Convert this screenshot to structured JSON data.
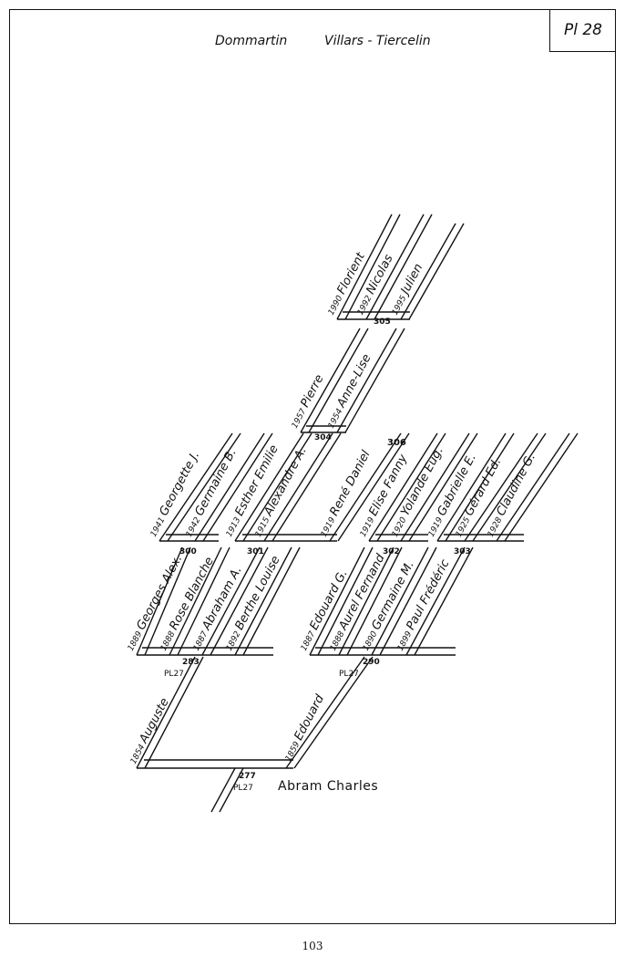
{
  "header": {
    "place_left": "Dommartin",
    "place_right": "Villars - Tiercelin"
  },
  "plate": "Pl 28",
  "root": {
    "name": "Abram Charles",
    "box": "277",
    "ref": "PL27"
  },
  "families": [
    {
      "box": "283",
      "ref": "PL27",
      "children": [
        {
          "year": "1889",
          "name": "Georges Alex."
        },
        {
          "year": "1888",
          "name": "Rose Blanche"
        },
        {
          "year": "1887",
          "name": "Abraham A."
        },
        {
          "year": "1892",
          "name": "Berthe Louise"
        }
      ]
    },
    {
      "box": "290",
      "ref": "PL27",
      "children": [
        {
          "year": "1887",
          "name": "Edouard G."
        },
        {
          "year": "1888",
          "name": "Aurel Fernand"
        },
        {
          "year": "1890",
          "name": "Germaine M."
        },
        {
          "year": "1899",
          "name": "Paul Frédéric"
        }
      ]
    },
    {
      "box": "300",
      "children": [
        {
          "year": "1941",
          "name": "Georgette J."
        },
        {
          "year": "1942",
          "name": "Germaine B."
        }
      ]
    },
    {
      "box": "301",
      "children": [
        {
          "year": "1913",
          "name": "Esther Emilie"
        },
        {
          "year": "1915",
          "name": "Alexandre A."
        },
        {
          "year": "1919",
          "name": "René Daniel"
        }
      ]
    },
    {
      "box": "302",
      "children": [
        {
          "year": "1919",
          "name": "Elise Fanny"
        },
        {
          "year": "1920",
          "name": "Yolande Eug."
        }
      ]
    },
    {
      "box": "303",
      "children": [
        {
          "year": "1919",
          "name": "Gabrielle E."
        },
        {
          "year": "1925",
          "name": "Gérard Ed."
        },
        {
          "year": "1928",
          "name": "Claudine G."
        }
      ]
    },
    {
      "box": "304",
      "children": [
        {
          "year": "1957",
          "name": "Pierre"
        },
        {
          "year": "1954",
          "name": "Anne-Lise"
        }
      ]
    },
    {
      "box": "305",
      "children": [
        {
          "year": "1990",
          "name": "Florient"
        },
        {
          "year": "1992",
          "name": "Nicolas"
        },
        {
          "year": "1995",
          "name": "Julien"
        }
      ]
    }
  ],
  "first_generation": [
    {
      "year": "1854",
      "name": "Auguste"
    },
    {
      "year": "1859",
      "name": "Edouard"
    }
  ],
  "continuation_ref": "306",
  "page_number": "103"
}
